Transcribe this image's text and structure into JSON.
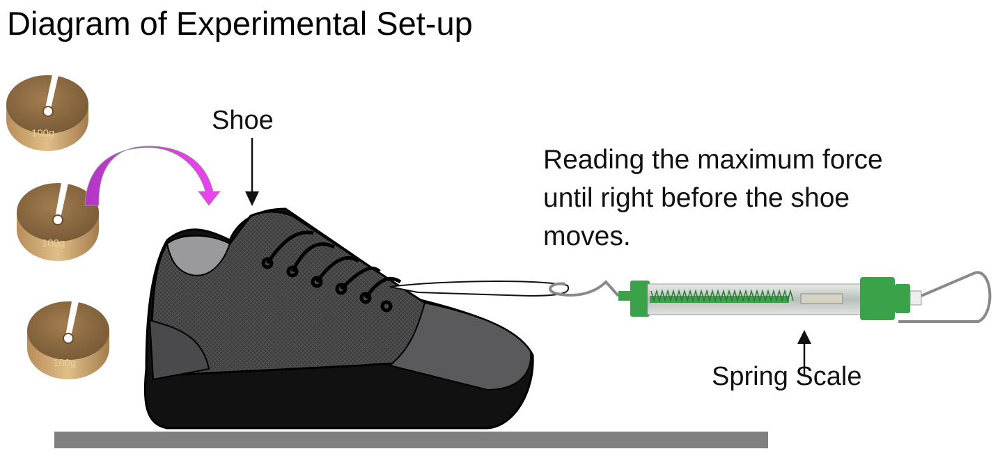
{
  "title": "Diagram of Experimental Set-up",
  "labels": {
    "shoe": "Shoe",
    "reading": [
      "Reading the maximum force",
      "until right before the shoe",
      "moves."
    ],
    "spring_scale": "Spring Scale"
  },
  "weights": [
    {
      "label": "100g"
    },
    {
      "label": "100g"
    },
    {
      "label": "100g"
    }
  ],
  "colors": {
    "arrow": "#d43fd8",
    "weight": "#a88457",
    "floor": "#808080",
    "scale_green": "#3aa34a"
  }
}
